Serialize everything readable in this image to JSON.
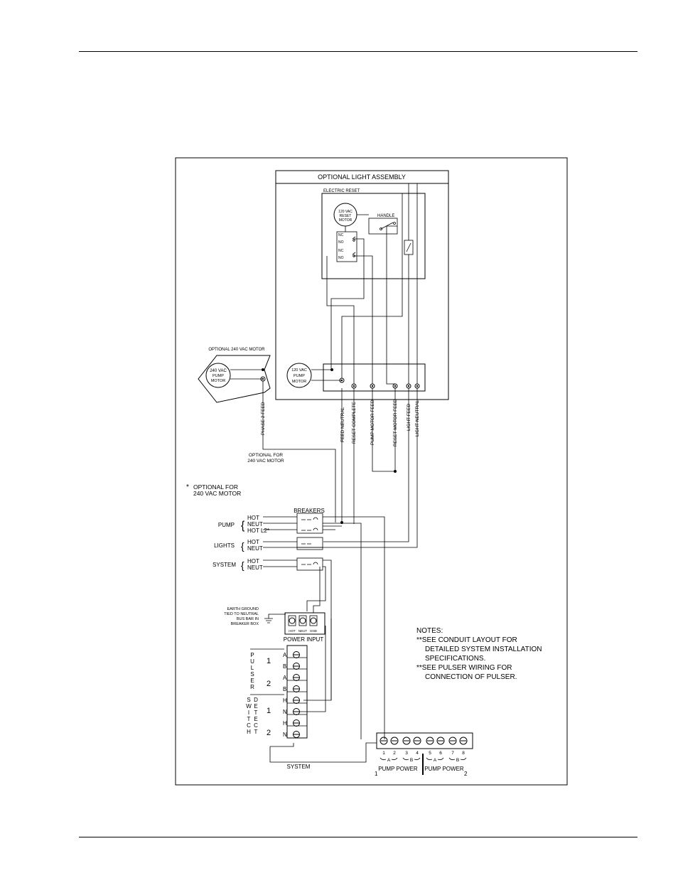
{
  "header_rule": "",
  "footer_rule": "",
  "diagram": {
    "light_assembly": {
      "title": "OPTIONAL LIGHT ASSEMBLY",
      "electric_reset": "ELECTRIC RESET",
      "reset_motor": [
        "120 VAC",
        "RESET",
        "MOTOR"
      ],
      "handle": "HANDLE",
      "contacts": [
        "NC",
        "NO",
        "NC",
        "NO"
      ],
      "pump_motor": [
        "120 VAC",
        "PUMP",
        "MOTOR"
      ]
    },
    "optional_motor": {
      "title": "OPTIONAL 240 VAC MOTOR",
      "motor": [
        "240 VAC",
        "PUMP",
        "MOTOR"
      ]
    },
    "wire_labels": {
      "phase2": "PHASE 2 FEED",
      "feed_neutral": "FEED NEUTRAL",
      "reset_complete": "RESET COMPLETE",
      "pump_motor_feed": "PUMP MOTOR FEED",
      "reset_motor_feed": "RESET MOTOR FEED",
      "light_feed": "LIGHT FEED",
      "light_neutral": "LIGHT NEUTRAL"
    },
    "optional_for_1": [
      "OPTIONAL FOR",
      "240 VAC MOTOR"
    ],
    "optional_note": {
      "star": "*",
      "lines": [
        "OPTIONAL FOR",
        "240 VAC MOTOR"
      ]
    },
    "breakers": {
      "title": "BREAKERS",
      "groups": [
        {
          "name": "PUMP",
          "lines": [
            "HOT",
            "NEUT",
            "HOT L2*"
          ]
        },
        {
          "name": "LIGHTS",
          "lines": [
            "HOT",
            "NEUT"
          ]
        },
        {
          "name": "SYSTEM",
          "lines": [
            "HOT",
            "NEUT"
          ]
        }
      ]
    },
    "earth_ground": [
      "EARTH GROUND",
      "TIED TO NEUTRAL",
      "BUS BAR IN",
      "BREAKER BOX"
    ],
    "power_input": {
      "title": "POWER INPUT",
      "terminals": [
        "HOT",
        "NEUT",
        "GND"
      ]
    },
    "terminal_strip": {
      "pulser_letters": [
        "P",
        "U",
        "L",
        "S",
        "E",
        "R"
      ],
      "switch_letters": [
        "S",
        "W",
        "I",
        "T",
        "C",
        "H"
      ],
      "detect_letters": [
        "D",
        "E",
        "T",
        "E",
        "C",
        "T"
      ],
      "pulser_nums": [
        "1",
        "2"
      ],
      "switch_nums": [
        "1",
        "2"
      ],
      "terms": [
        "A",
        "B",
        "A",
        "B",
        "H",
        "N",
        "H",
        "N"
      ]
    },
    "system_label": "SYSTEM",
    "pump_power": {
      "numbers": [
        "1",
        "2",
        "3",
        "4",
        "5",
        "6",
        "7",
        "8"
      ],
      "ab": [
        "A",
        "B",
        "A",
        "B"
      ],
      "label1": "PUMP POWER",
      "label2": "PUMP POWER",
      "n1": "1",
      "n2": "2"
    },
    "notes": {
      "title": "NOTES:",
      "lines": [
        "**SEE CONDUIT LAYOUT FOR",
        "DETAILED SYSTEM INSTALLATION",
        "SPECIFICATIONS.",
        "**SEE PULSER WIRING FOR",
        "CONNECTION OF PULSER."
      ]
    }
  }
}
